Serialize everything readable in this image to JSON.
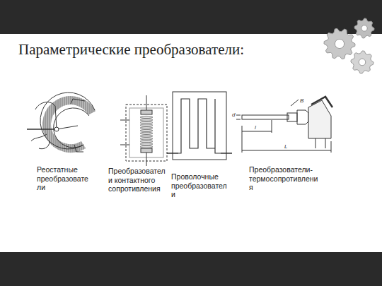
{
  "diagram": {
    "title": "Параметрические преобразователи:",
    "labels": [
      "Реостатные преобразователи",
      "Преобразователи контактного сопротивления",
      "Проволочные преобразователи",
      "Преобразователи-термосопротивления",
      "B",
      "d",
      "l",
      "L"
    ]
  }
}
